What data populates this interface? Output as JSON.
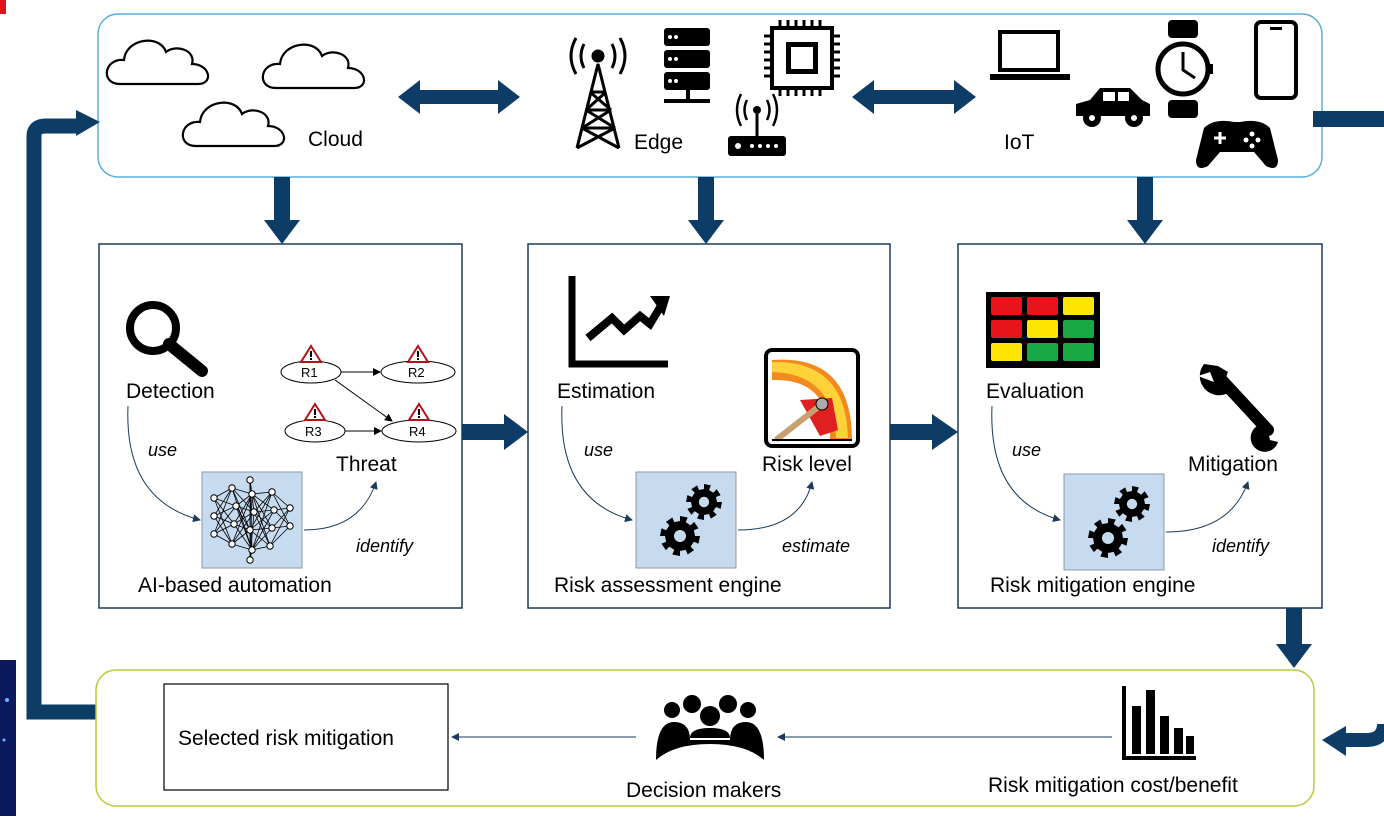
{
  "top_panel": {
    "cloud_label": "Cloud",
    "edge_label": "Edge",
    "iot_label": "IoT"
  },
  "detection_panel": {
    "detection_label": "Detection",
    "threat_label": "Threat",
    "use_label": "use",
    "identify_label": "identify",
    "engine_label": "AI-based automation",
    "risk_nodes": [
      "R1",
      "R2",
      "R3",
      "R4"
    ]
  },
  "assessment_panel": {
    "estimation_label": "Estimation",
    "risk_level_label": "Risk level",
    "use_label": "use",
    "estimate_label": "estimate",
    "engine_label": "Risk assessment engine"
  },
  "mitigation_panel": {
    "evaluation_label": "Evaluation",
    "mitigation_label": "Mitigation",
    "use_label": "use",
    "identify_label": "identify",
    "engine_label": "Risk mitigation engine"
  },
  "bottom_panel": {
    "selected_label": "Selected risk mitigation",
    "decision_label": "Decision makers",
    "cost_benefit_label": "Risk mitigation cost/benefit"
  },
  "colors": {
    "arrow": "#0d3d66",
    "top_border": "#5aaed8",
    "bottom_border": "#b5cc3a",
    "engine_fill": "#c6dbef",
    "panel_border": "#1b3a5c"
  },
  "heatmap_colors": [
    "#e8141b",
    "#e8141b",
    "#ffe600",
    "#e8141b",
    "#ffe600",
    "#18a945",
    "#ffe600",
    "#18a945",
    "#18a945"
  ]
}
